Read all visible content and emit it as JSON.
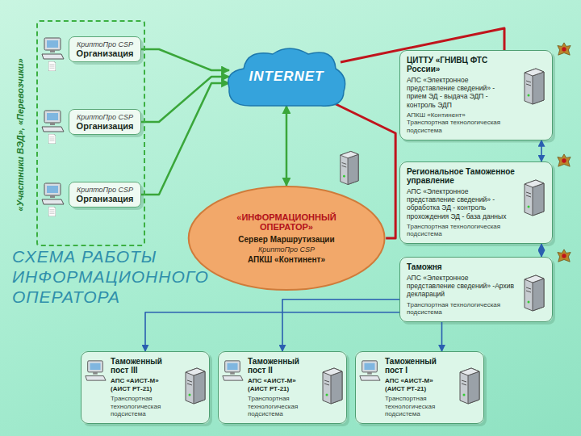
{
  "diagram": {
    "title": "СХЕМА РАБОТЫ ИНФОРМАЦИОННОГО ОПЕРАТОРА",
    "nodes": [
      {
        "text": [
          "«Участники ВЭД», «Перевозчики»"
        ]
      },
      {
        "text": [
          "КриптоПро CSP",
          "Организация"
        ],
        "in": 0
      },
      {
        "text": [
          "КриптоПро CSP",
          "Организация"
        ],
        "in": 0
      },
      {
        "text": [
          "КриптоПро CSP",
          "Организация"
        ],
        "in": 0
      },
      {
        "text": [
          "INTERNET"
        ]
      },
      {
        "text": [
          "«ИНФОРМАЦИОННЫЙ ОПЕРАТОР»",
          "Сервер Маршрутизации",
          "КриптоПро CSP",
          "АПКШ «Континент»"
        ]
      },
      {
        "text": [
          "ЦИТТУ «ГНИВЦ ФТС России»",
          "АПС «Электронное представление сведений» - прием ЭД - выдача ЭДП - контроль ЭДП",
          "АПКШ «Континент»",
          "Транспортная технологическая подсистема"
        ]
      },
      {
        "text": [
          "Региональное Таможенное управление",
          "АПС «Электронное представление сведений» - обработка ЭД - контроль прохождения ЭД - база данных",
          "Транспортная технологическая подсистема"
        ]
      },
      {
        "text": [
          "Таможня",
          "АПС «Электронное представление сведений» -Архив деклараций",
          "Транспортная технологическая подсистема"
        ]
      },
      {
        "text": [
          "Таможенный пост III",
          "АПС «АИСТ-М» (АИСТ РТ-21)",
          "Транспортная технологическая подсистема"
        ]
      },
      {
        "text": [
          "Таможенный пост II",
          "АПС «АИСТ-М» (АИСТ РТ-21)",
          "Транспортная технологическая подсистема"
        ]
      },
      {
        "text": [
          "Таможенный пост I",
          "АПС «АИСТ-М» (АИСТ РТ-21)",
          "Транспортная технологическая подсистема"
        ]
      }
    ],
    "edges": [
      {
        "from": 1,
        "to": 4,
        "arrow": "to"
      },
      {
        "from": 2,
        "to": 4,
        "arrow": "to"
      },
      {
        "from": 3,
        "to": 4,
        "arrow": "to"
      },
      {
        "from": 4,
        "to": 5,
        "arrow": "both"
      },
      {
        "from": 4,
        "to": 5,
        "arrow": "none"
      },
      {
        "from": 4,
        "to": 6,
        "arrow": "none"
      },
      {
        "from": 6,
        "to": 7,
        "arrow": "both"
      },
      {
        "from": 7,
        "to": 8,
        "arrow": "both"
      },
      {
        "from": 8,
        "to": 9,
        "arrow": "to"
      },
      {
        "from": 8,
        "to": 10,
        "arrow": "to"
      },
      {
        "from": 8,
        "to": 11,
        "arrow": "to"
      }
    ]
  }
}
